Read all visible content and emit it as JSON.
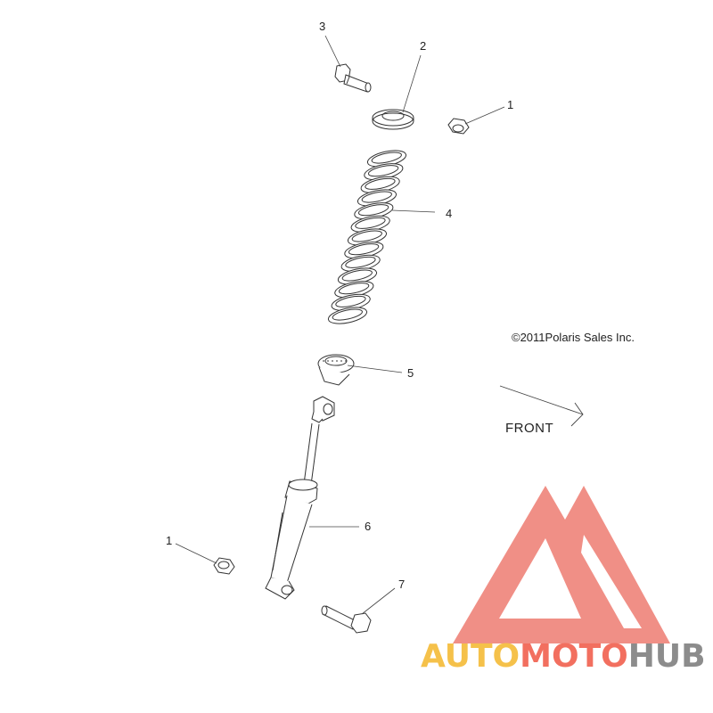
{
  "callouts": {
    "c1_top": "1",
    "c2": "2",
    "c3": "3",
    "c4": "4",
    "c5": "5",
    "c6": "6",
    "c1_bottom": "1",
    "c7": "7"
  },
  "copyright": "©2011Polaris Sales Inc.",
  "direction_label": "FRONT",
  "watermark": {
    "part1": "AUTO",
    "part2": "MOTO",
    "part3": "HUB",
    "colors": {
      "part1": "#f5c14a",
      "part2": "#f26f5f",
      "part3": "#8c8c8c",
      "logo": "#f08a80"
    }
  }
}
